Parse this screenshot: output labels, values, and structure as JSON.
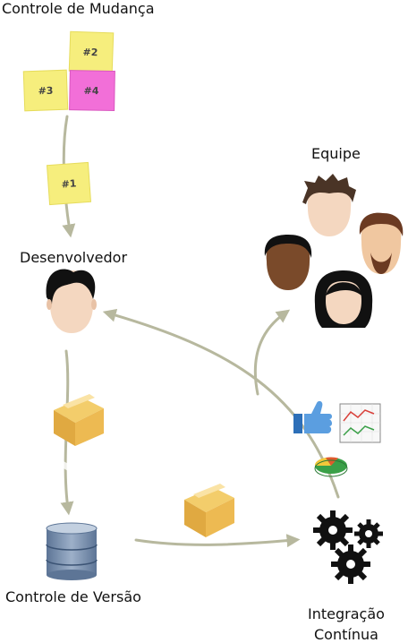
{
  "labels": {
    "change_control": "Controle de Mudança",
    "team": "Equipe",
    "developer": "Desenvolvedor",
    "version_control": "Controle de Versão",
    "ci_line1": "Integração",
    "ci_line2": "Contínua"
  },
  "sticky_notes": {
    "note1": "#1",
    "note2": "#2",
    "note3": "#3",
    "note4": "#4"
  },
  "colors": {
    "arrow": "#b7b89e",
    "note_yellow": "#f6ee7d",
    "note_pink": "#f26fd8",
    "box": "#e8b94c",
    "database": "#7f95b3",
    "gear": "#111111"
  },
  "icons": [
    "sticky-note-icon",
    "developer-avatar-icon",
    "package-box-icon",
    "database-icon",
    "gears-icon",
    "thumbs-up-icon",
    "line-chart-icon",
    "pie-chart-icon",
    "team-member-icon"
  ]
}
